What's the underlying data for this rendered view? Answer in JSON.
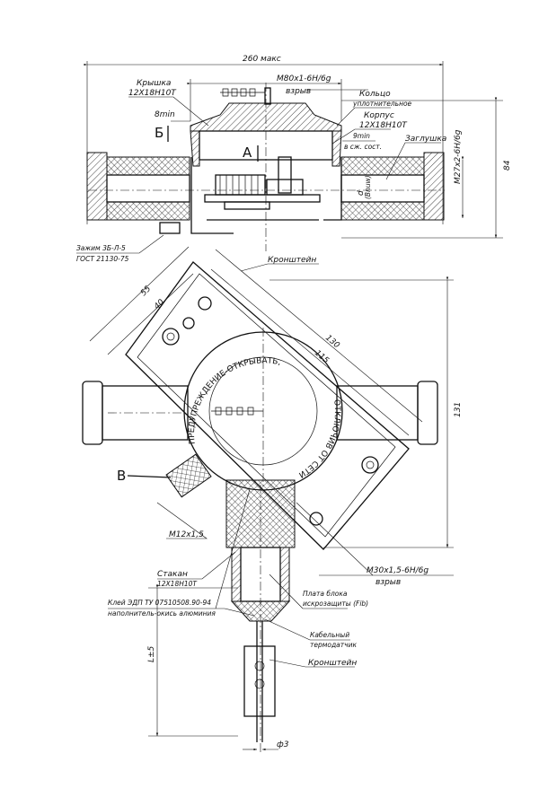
{
  "top_view": {
    "overall_width": "260 макс",
    "cover_thread": "M80x1-6H/6g",
    "cover_thread_note": "взрыв",
    "cover_label": "Крышка",
    "cover_material": "12Х18Н10Т",
    "ring_label": "Кольцо",
    "ring_label2": "уплотнительное",
    "body_label": "Корпус",
    "body_material": "12Х18Н10Т",
    "min8": "8min",
    "section_b": "Б",
    "section_a": "А",
    "min9": "9min",
    "compressed_note": "в сж. сост.",
    "plug_label": "Заглушка",
    "side_thread": "M27x2-6H/6g",
    "height": "84",
    "inner_d": "d",
    "inner_d_note": "(Bnuw)",
    "clamp_label": "Зажим 3Б-Л-5",
    "clamp_standard": "ГОСТ 21130-75"
  },
  "front_view": {
    "bracket_label": "Кронштейн",
    "dim_55": "55",
    "dim_40": "40",
    "dim_130": "130",
    "dim_115": "115",
    "dim_131": "131",
    "warning_part1": "ПРЕДУПРЕЖДЕНИЕ-ОТКРЫВАТЬ,",
    "warning_part2": "ОТКЛЮЧИВ ОТ СЕТИ",
    "view_v": "В",
    "thread_m12": "M12x1,5",
    "cup_label": "Стакан",
    "cup_material": "12Х18Н10Т",
    "glue_label": "Клей ЭДП ТУ 07510508.90-94",
    "filler_label": "наполнитель-окись алюминия",
    "thread_m30": "M30x1,5-6H/6g",
    "thread_m30_note": "взрыв",
    "board_label": "Плата блока",
    "board_label2": "искрозащиты (Fib)",
    "sensor_label": "Кабельный",
    "sensor_label2": "термодатчик",
    "bracket2_label": "Кронштейн",
    "length": "L±5",
    "diameter": "ф3"
  }
}
